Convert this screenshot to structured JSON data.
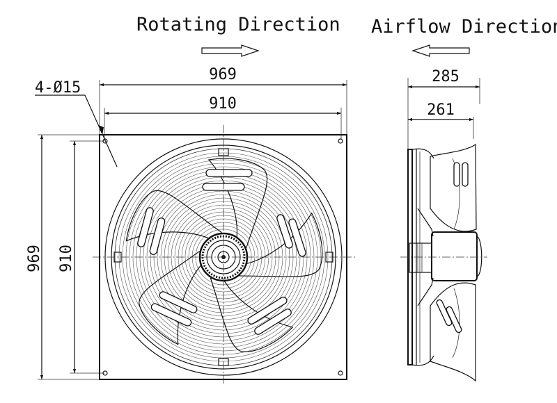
{
  "labels": {
    "rotating_direction": "Rotating Direction",
    "airflow_direction": "Airflow Direction",
    "hole_spec": "4-Ø15"
  },
  "front_view": {
    "overall_width": "969",
    "hole_spacing_width": "910",
    "overall_height": "969",
    "hole_spacing_height": "910"
  },
  "side_view": {
    "overall_depth": "285",
    "body_depth": "261"
  }
}
